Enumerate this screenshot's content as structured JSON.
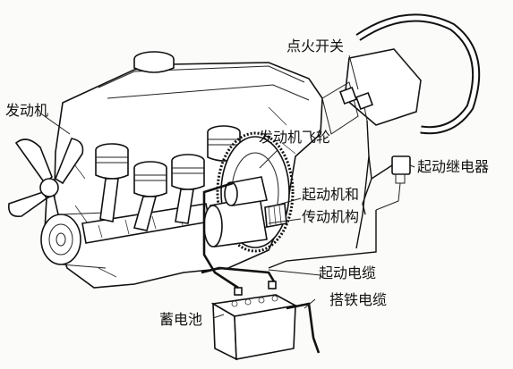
{
  "labels": {
    "ignition_switch": "点火开关",
    "engine": "发动机",
    "flywheel": "发动机飞轮",
    "starter_relay": "起动继电器",
    "starter_drive_line1": "起动机和",
    "starter_drive_line2": "传动机构",
    "starter_cable": "起动电缆",
    "ground_cable": "搭铁电缆",
    "battery": "蓄电池"
  }
}
